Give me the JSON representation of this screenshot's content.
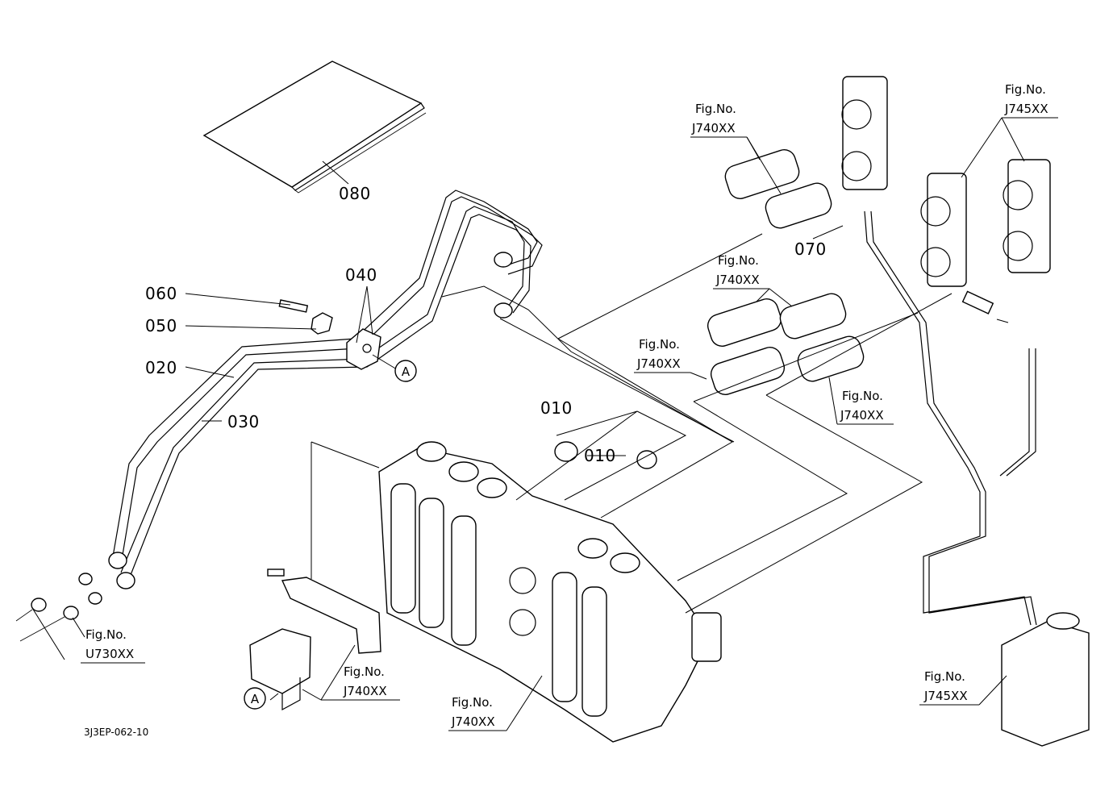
{
  "parts": {
    "p080": "080",
    "p040": "040",
    "p060": "060",
    "p050": "050",
    "p020": "020",
    "p030": "030",
    "p010a": "010",
    "p010b": "010",
    "p070": "070"
  },
  "callouts": {
    "circleA1": "A",
    "circleA2": "A"
  },
  "figrefs": [
    {
      "line1": "Fig.No.",
      "line2": "J740XX"
    },
    {
      "line1": "Fig.No.",
      "line2": "J745XX"
    },
    {
      "line1": "Fig.No.",
      "line2": "J740XX"
    },
    {
      "line1": "Fig.No.",
      "line2": "J740XX"
    },
    {
      "line1": "Fig.No.",
      "line2": "J740XX"
    },
    {
      "line1": "Fig.No.",
      "line2": "U730XX"
    },
    {
      "line1": "Fig.No.",
      "line2": "J740XX"
    },
    {
      "line1": "Fig.No.",
      "line2": "J740XX"
    },
    {
      "line1": "Fig.No.",
      "line2": "J745XX"
    }
  ],
  "drawing_code": "3J3EP-062-10"
}
